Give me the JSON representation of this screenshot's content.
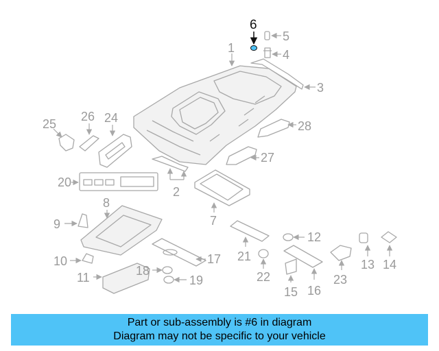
{
  "highlight_color": "#4fc3f7",
  "callouts": {
    "c1": "1",
    "c2": "2",
    "c3": "3",
    "c4": "4",
    "c5": "5",
    "c6": "6",
    "c7": "7",
    "c8": "8",
    "c9": "9",
    "c10": "10",
    "c11": "11",
    "c12": "12",
    "c13": "13",
    "c14": "14",
    "c15": "15",
    "c16": "16",
    "c17": "17",
    "c18": "18",
    "c19": "19",
    "c20": "20",
    "c21": "21",
    "c22": "22",
    "c23": "23",
    "c24": "24",
    "c25": "25",
    "c26": "26",
    "c27": "27",
    "c28": "28"
  },
  "banner": {
    "line1": "Part or sub-assembly is #6 in diagram",
    "line2": "Diagram may not be specific to your vehicle"
  }
}
